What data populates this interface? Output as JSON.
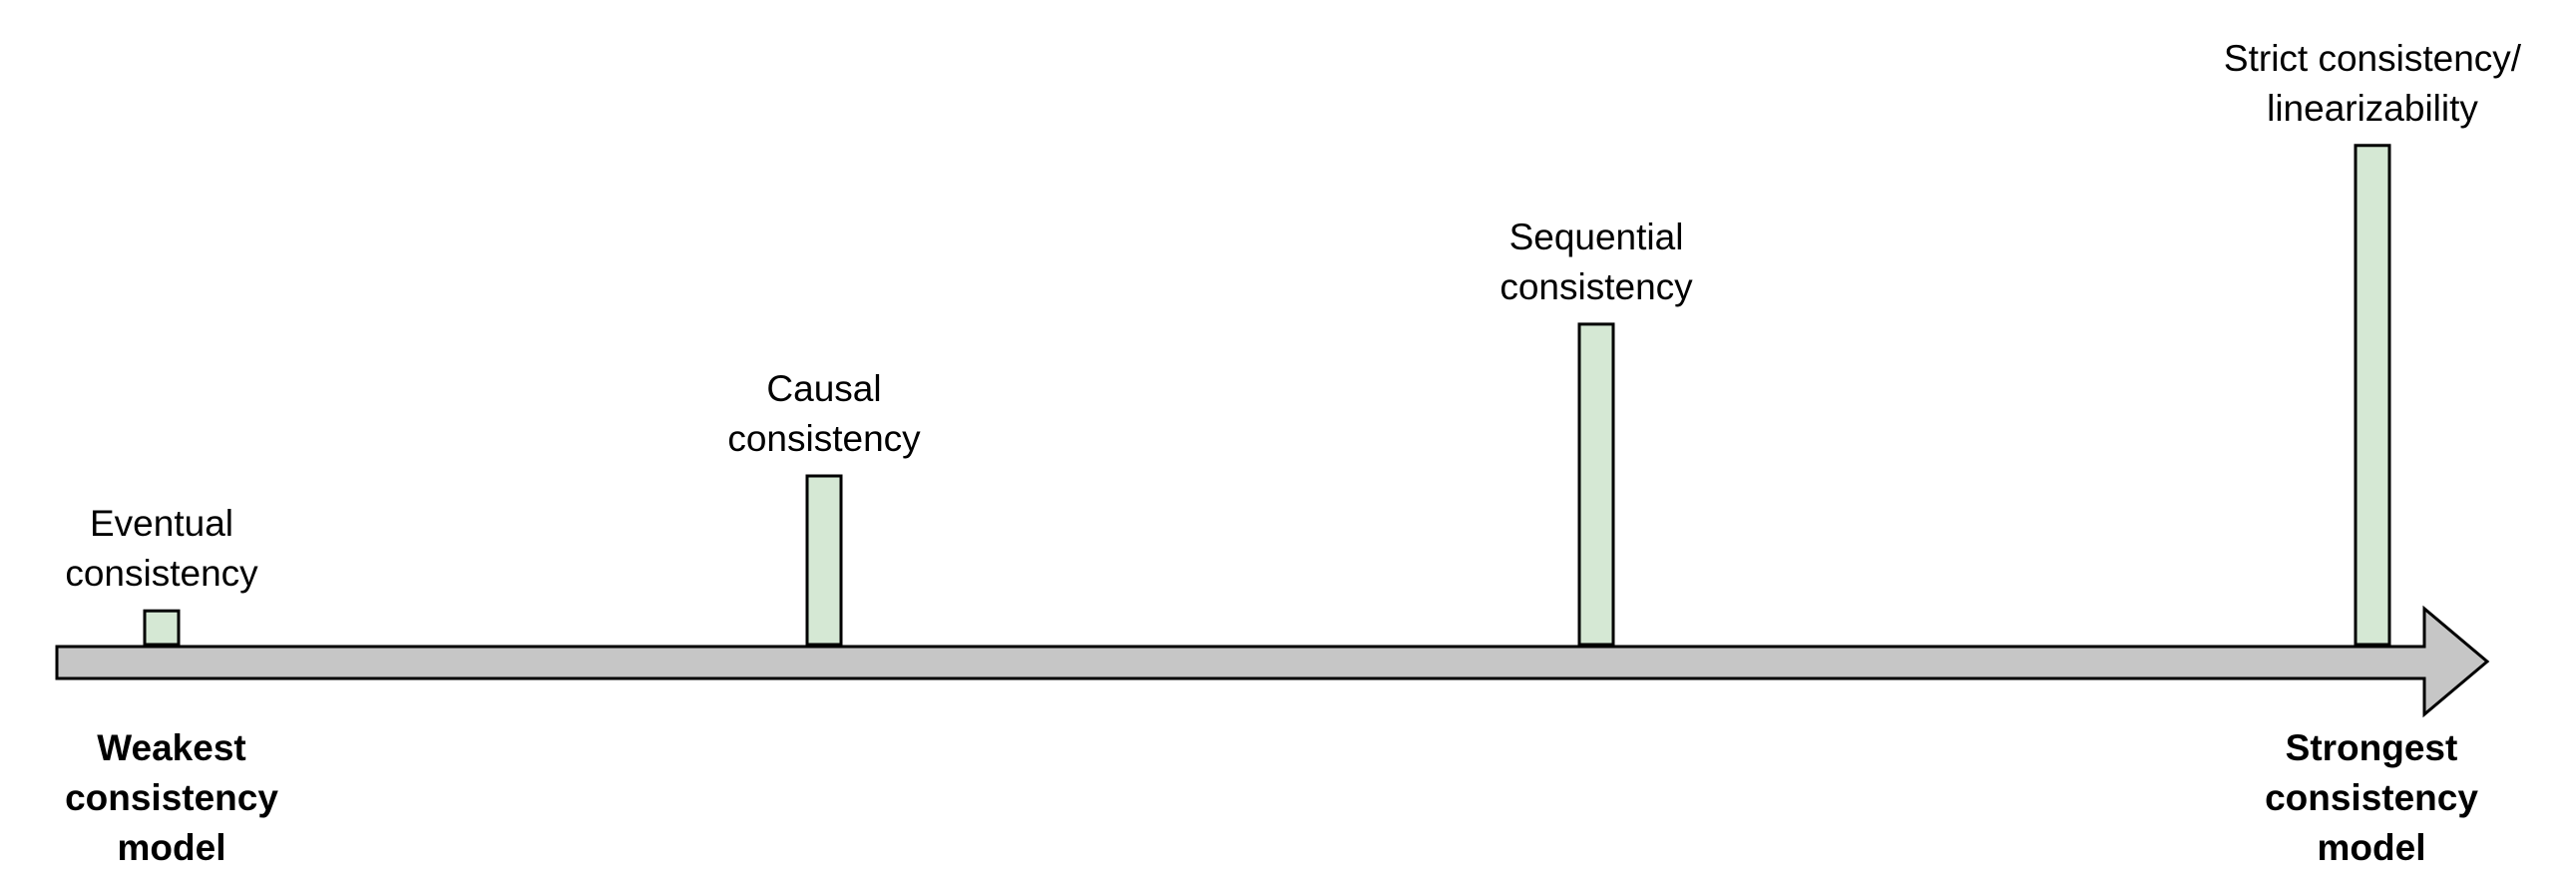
{
  "axis": {
    "left_label": [
      "Weakest",
      "consistency",
      "model"
    ],
    "right_label": [
      "Strongest",
      "consistency",
      "model"
    ],
    "colors": {
      "arrow_fill": "#c6c6c6",
      "bar_fill": "#d5e8d4",
      "stroke": "#000000"
    }
  },
  "models": [
    {
      "lines": [
        "Eventual",
        "consistency"
      ],
      "strength": 1
    },
    {
      "lines": [
        "Causal",
        "consistency"
      ],
      "strength": 5
    },
    {
      "lines": [
        "Sequential",
        "consistency"
      ],
      "strength": 9.5
    },
    {
      "lines": [
        "Strict consistency/",
        "linearizability"
      ],
      "strength": 14.8
    }
  ]
}
